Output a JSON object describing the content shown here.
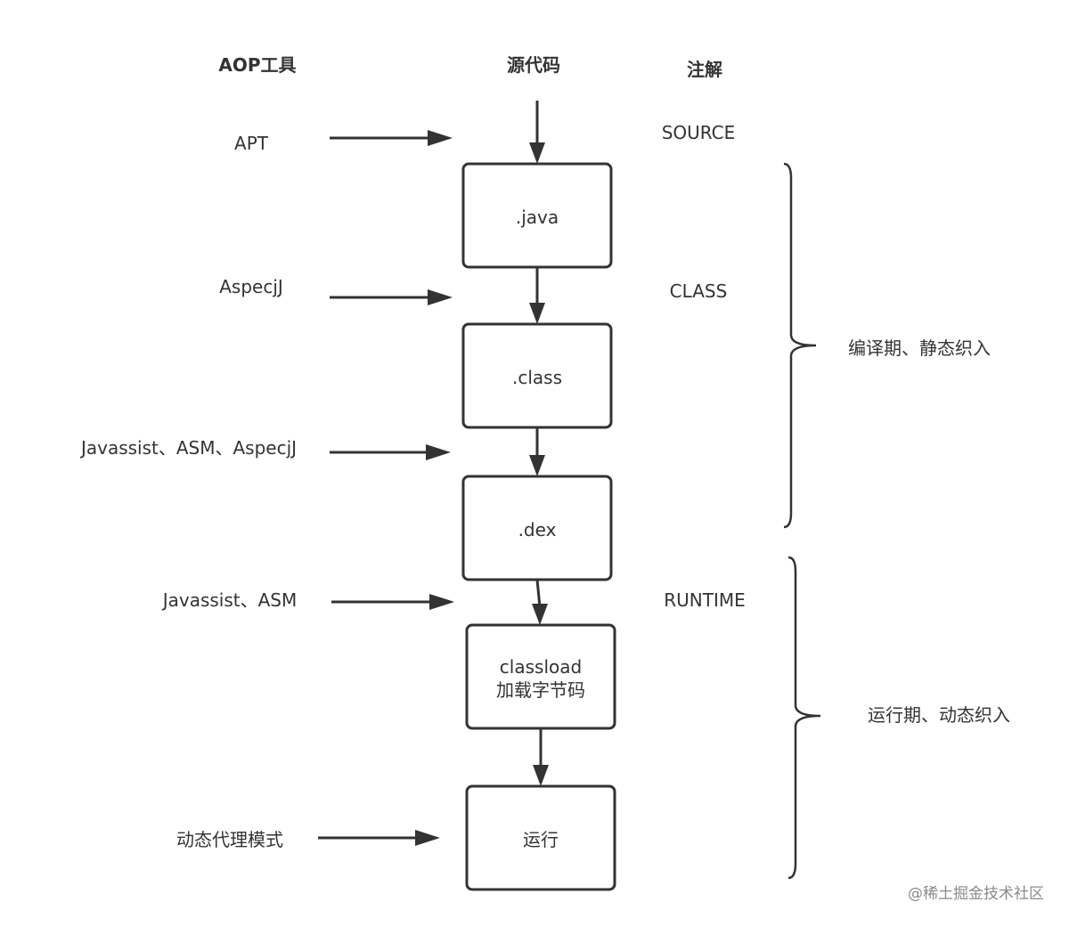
{
  "headers": {
    "aop_tools": "AOP工具",
    "source_code": "源代码",
    "annotation": "注解"
  },
  "tools": [
    {
      "label": "APT"
    },
    {
      "label": "AspecjJ"
    },
    {
      "label": "Javassist、ASM、AspecjJ"
    },
    {
      "label": "Javassist、ASM"
    },
    {
      "label": "动态代理模式"
    }
  ],
  "stages": [
    {
      "lines": [
        ".java"
      ]
    },
    {
      "lines": [
        ".class"
      ]
    },
    {
      "lines": [
        ".dex"
      ]
    },
    {
      "lines": [
        "classload",
        "加载字节码"
      ]
    },
    {
      "lines": [
        "运行"
      ]
    }
  ],
  "retention": [
    {
      "label": "SOURCE"
    },
    {
      "label": "CLASS"
    },
    {
      "label": "RUNTIME"
    }
  ],
  "phases": [
    {
      "label": "编译期、静态织入"
    },
    {
      "label": "运行期、动态织入"
    }
  ],
  "watermark": "@稀土掘金技术社区"
}
